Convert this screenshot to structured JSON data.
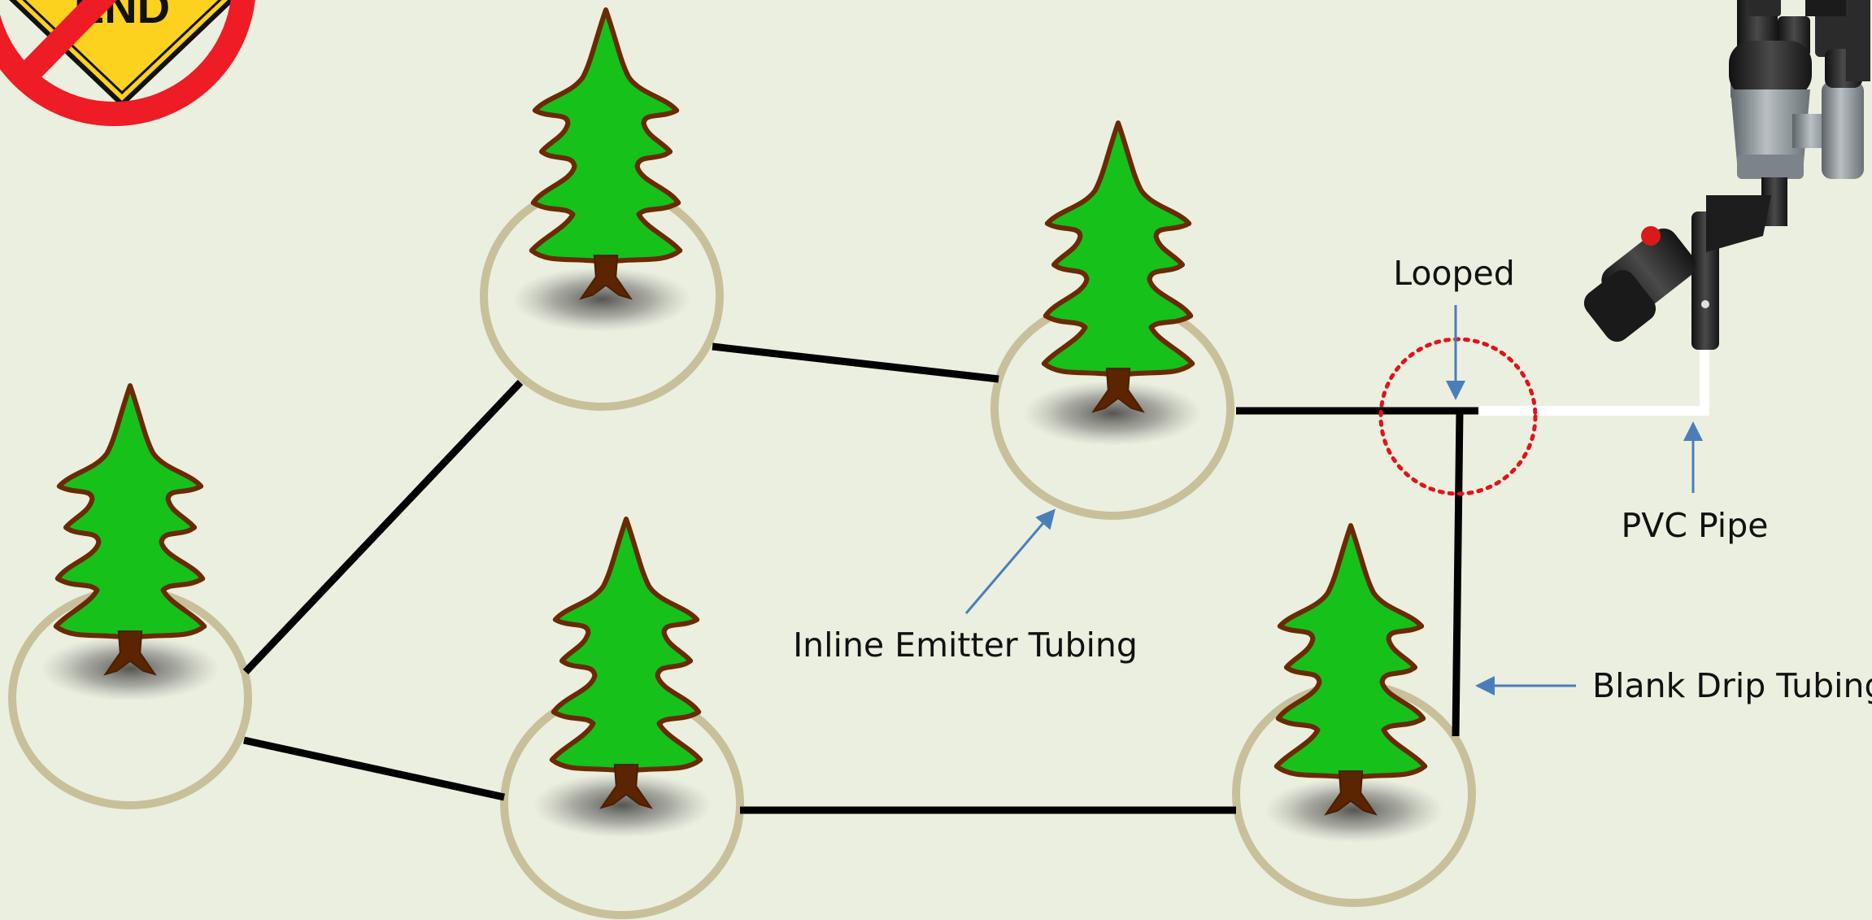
{
  "labels": {
    "looped": "Looped",
    "pvc_pipe": "PVC Pipe",
    "inline_emitter": "Inline Emitter Tubing",
    "blank_drip": "Blank Drip Tubing"
  },
  "sign": {
    "text": "END"
  },
  "colors": {
    "background": "#ebefdf",
    "tubing": "#000000",
    "pvc_pipe": "#ffffff",
    "arrow": "#4a7ebb",
    "loop_marker": "#e0141b",
    "ring": "#c8c09a",
    "tree_foliage": "#16c11a",
    "tree_outline": "#6b2a00",
    "trunk": "#5a2500",
    "sign_yellow": "#fdd21f",
    "prohibition_red": "#ee1c25"
  },
  "icons": [
    "pine-tree-icon",
    "no-dead-end-sign-icon",
    "valve-filter-assembly-icon"
  ]
}
